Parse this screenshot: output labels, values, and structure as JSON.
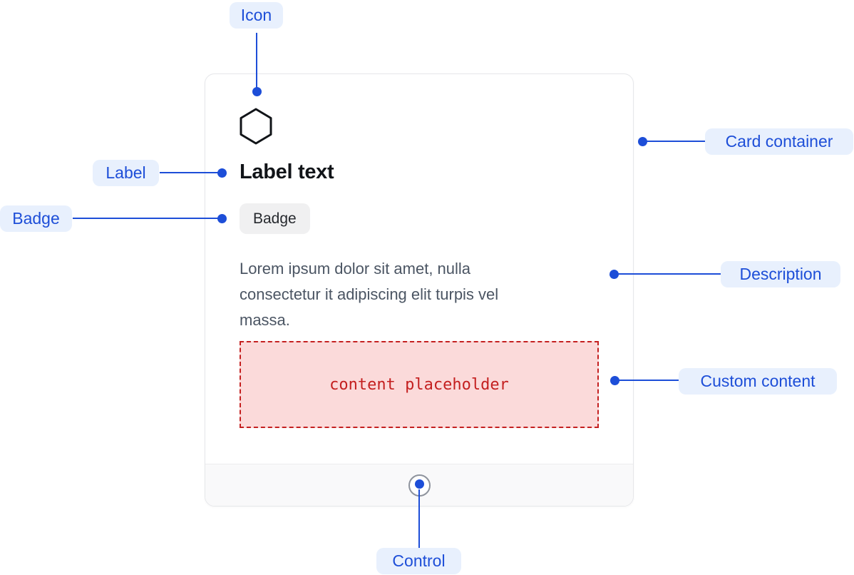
{
  "colors": {
    "accent_blue": "#1d4ed8",
    "pill_bg": "#e8f0fd",
    "placeholder_red": "#c42020",
    "placeholder_bg": "#fbdada",
    "badge_bg": "#f0f0f1"
  },
  "card": {
    "label": "Label text",
    "badge": "Badge",
    "description_lines": {
      "0": "Lorem ipsum dolor sit amet, nulla",
      "1": "consectetur it adipiscing elit turpis vel",
      "2": "massa."
    },
    "custom_content": "content placeholder"
  },
  "annotations": {
    "icon": {
      "label": "Icon"
    },
    "label": {
      "label": "Label"
    },
    "badge": {
      "label": "Badge"
    },
    "card_container": {
      "label": "Card container"
    },
    "description": {
      "label": "Description"
    },
    "custom_content": {
      "label": "Custom content"
    },
    "control": {
      "label": "Control"
    }
  }
}
